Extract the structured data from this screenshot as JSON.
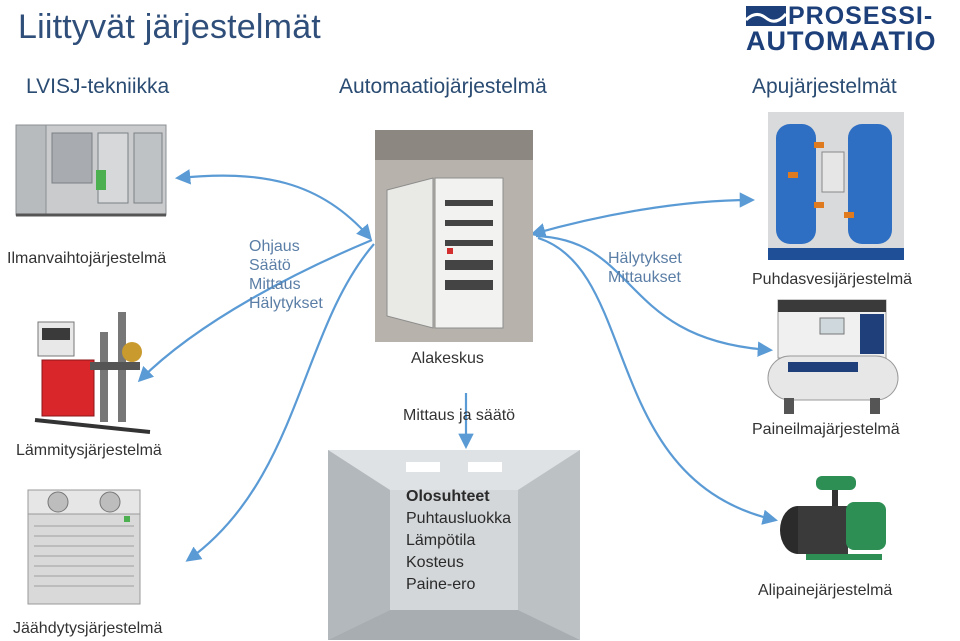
{
  "title": "Liittyvät järjestelmät",
  "logo": {
    "line1": "PROSESSI-",
    "line2": "AUTOMAATIO"
  },
  "columns": {
    "left": "LVISJ-tekniikka",
    "center": "Automaatiojärjestelmä",
    "right": "Apujärjestelmät"
  },
  "left_systems": [
    {
      "label": "Ilmanvaihtojärjestelmä",
      "icon": "air-handling-unit-icon"
    },
    {
      "label": "Lämmitysjärjestelmä",
      "icon": "heating-unit-icon"
    },
    {
      "label": "Jäähdytysjärjestelmä",
      "icon": "chiller-unit-icon"
    }
  ],
  "right_systems": [
    {
      "label": "Puhdasvesijärjestelmä",
      "icon": "water-treatment-icon"
    },
    {
      "label": "Paineilmajärjestelmä",
      "icon": "air-compressor-icon"
    },
    {
      "label": "Alipainejärjestelmä",
      "icon": "vacuum-pump-icon"
    }
  ],
  "left_signals": [
    "Ohjaus",
    "Säätö",
    "Mittaus",
    "Hälytykset"
  ],
  "right_signals": [
    "Hälytykset",
    "Mittaukset"
  ],
  "center_cabinet_label": "Alakeskus",
  "center_link_label": "Mittaus ja säätö",
  "room_list": [
    "Olosuhteet",
    "Puhtausluokka",
    "Lämpötila",
    "Kosteus",
    "Paine-ero"
  ],
  "colors": {
    "title": "#2f4f7a",
    "arrow": "#5b9bd5",
    "signal_text": "#5b7ea6",
    "logo": "#1d3f7a"
  }
}
